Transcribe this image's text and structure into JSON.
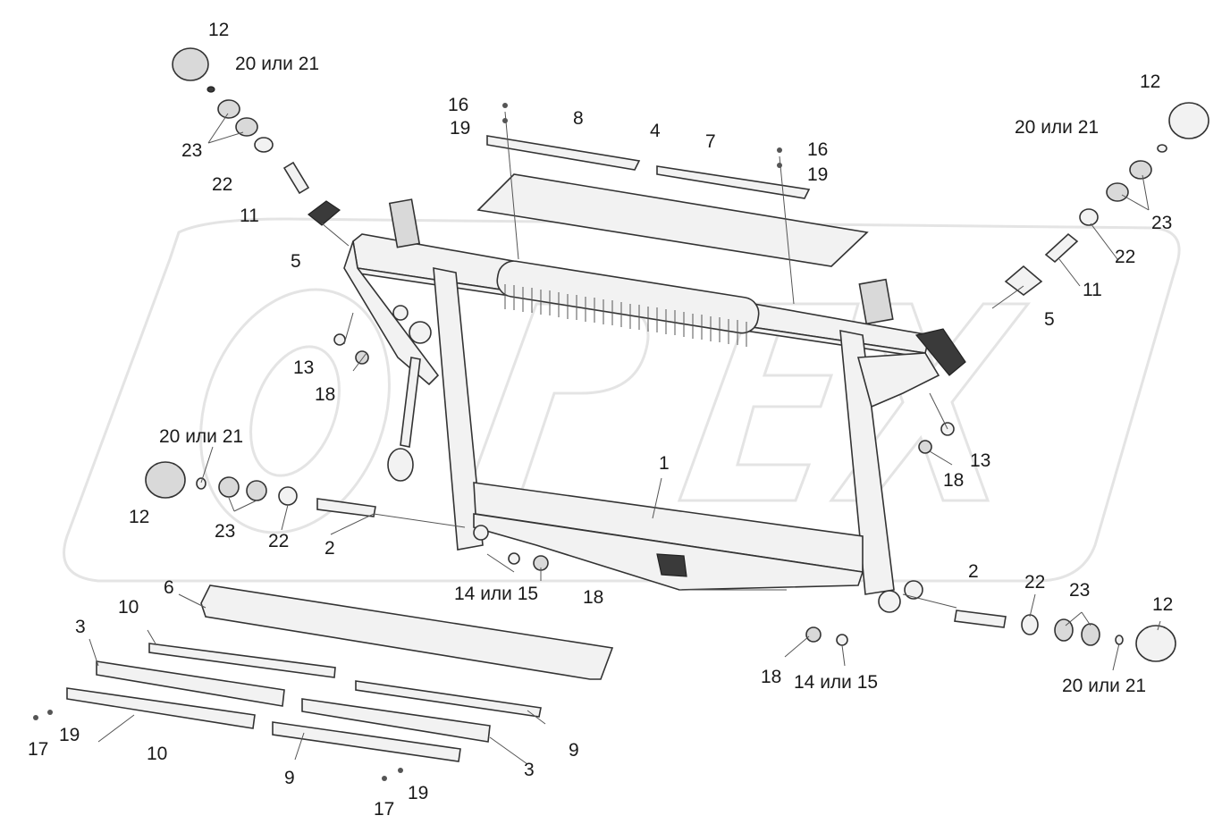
{
  "labels": {
    "p12_tl": "12",
    "p20_tl": "20 или 21",
    "p23_tl": "23",
    "p22_tl": "22",
    "p11_l": "11",
    "p5_l": "5",
    "p16_t": "16",
    "p19_t": "19",
    "p8": "8",
    "p4": "4",
    "p7": "7",
    "p16_tr": "16",
    "p19_tr": "19",
    "p12_tr": "12",
    "p20_tr": "20 или 21",
    "p23_tr": "23",
    "p22_tr": "22",
    "p11_r": "11",
    "p5_r": "5",
    "p13_l": "13",
    "p18_l": "18",
    "p13_r": "13",
    "p18_r": "18",
    "p20_ml": "20 или 21",
    "p12_ml": "12",
    "p23_ml": "23",
    "p22_ml": "22",
    "p2_l": "2",
    "p1": "1",
    "p14_c": "14 или 15",
    "p18_c": "18",
    "p6": "6",
    "p10_t": "10",
    "p3_l": "3",
    "p17_l": "17",
    "p19_bl": "19",
    "p10_b": "10",
    "p9_r": "9",
    "p9_b": "9",
    "p3_b": "3",
    "p19_b": "19",
    "p17_b": "17",
    "p2_r": "2",
    "p22_br": "22",
    "p23_br": "23",
    "p12_br": "12",
    "p20_br": "20 или 21",
    "p18_br": "18",
    "p14_br": "14 или 15"
  }
}
